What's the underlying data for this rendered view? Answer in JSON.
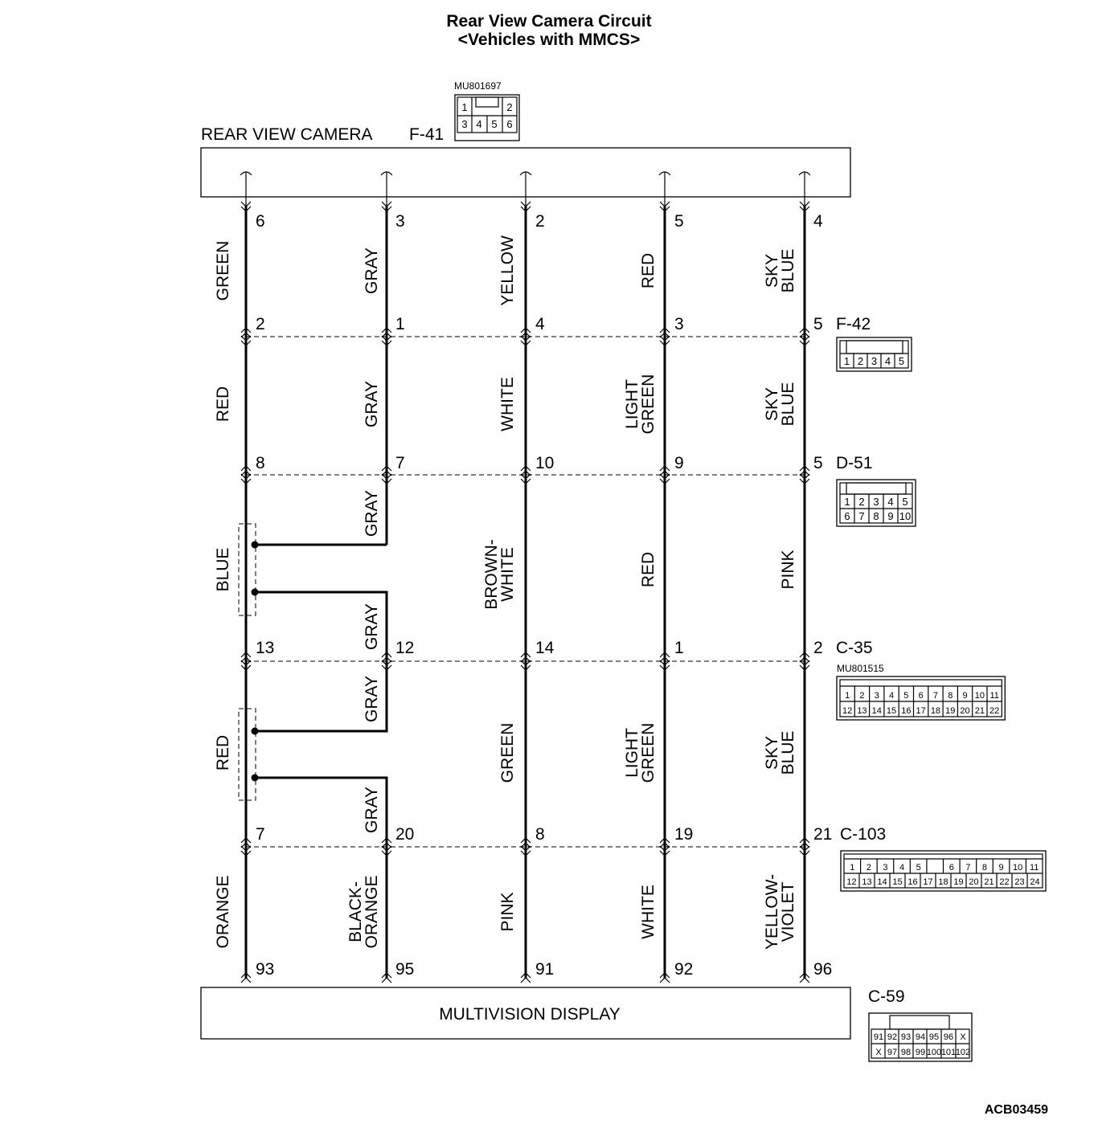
{
  "title": {
    "line1": "Rear View Camera Circuit",
    "line2": "<Vehicles with MMCS>"
  },
  "top_component": {
    "name": "REAR VIEW CAMERA",
    "connector": "F-41",
    "part_no": "MU801697",
    "face_rows": [
      [
        "1",
        "",
        "",
        "2"
      ],
      [
        "3",
        "4",
        "5",
        "6"
      ]
    ]
  },
  "bottom_component": {
    "name": "MULTIVISION DISPLAY",
    "connector": "C-59",
    "face_rows": [
      [
        "91",
        "92",
        "93",
        "94",
        "95",
        "96",
        "X"
      ],
      [
        "X",
        "97",
        "98",
        "99",
        "100",
        "101",
        "102"
      ]
    ]
  },
  "wires": [
    {
      "pins": [
        "6",
        "2",
        "8",
        "13",
        "7",
        "93"
      ],
      "colors": [
        "GREEN",
        "RED",
        "BLUE",
        "RED",
        "ORANGE"
      ]
    },
    {
      "pins": [
        "3",
        "1",
        "7",
        "12",
        "20",
        "95"
      ],
      "colors": [
        "GRAY",
        "GRAY",
        "GRAY",
        "GRAY",
        "GRAY",
        "GRAY",
        "BLACK-\nORANGE"
      ]
    },
    {
      "pins": [
        "2",
        "4",
        "10",
        "14",
        "8",
        "91"
      ],
      "colors": [
        "YELLOW",
        "WHITE",
        "BROWN-\nWHITE",
        "GREEN",
        "PINK"
      ]
    },
    {
      "pins": [
        "5",
        "3",
        "9",
        "1",
        "19",
        "92"
      ],
      "colors": [
        "RED",
        "LIGHT\nGREEN",
        "RED",
        "LIGHT\nGREEN",
        "WHITE"
      ]
    },
    {
      "pins": [
        "4",
        "5",
        "5",
        "2",
        "21",
        "96"
      ],
      "colors": [
        "SKY\nBLUE",
        "SKY\nBLUE",
        "PINK",
        "SKY\nBLUE",
        "YELLOW-\nVIOLET"
      ]
    }
  ],
  "junction_connectors": [
    {
      "name": "F-42",
      "part_no": "",
      "face_rows": [
        [
          "1",
          "2",
          "3",
          "4",
          "5"
        ]
      ]
    },
    {
      "name": "D-51",
      "part_no": "",
      "face_rows": [
        [
          "1",
          "2",
          "3",
          "4",
          "5"
        ],
        [
          "6",
          "7",
          "8",
          "9",
          "10"
        ]
      ]
    },
    {
      "name": "C-35",
      "part_no": "MU801515",
      "face_rows": [
        [
          "1",
          "2",
          "3",
          "4",
          "5",
          "6",
          "7",
          "8",
          "9",
          "10",
          "11"
        ],
        [
          "12",
          "13",
          "14",
          "15",
          "16",
          "17",
          "18",
          "19",
          "20",
          "21",
          "22"
        ]
      ]
    },
    {
      "name": "C-103",
      "part_no": "",
      "face_rows": [
        [
          "1",
          "2",
          "3",
          "4",
          "5",
          "",
          "6",
          "7",
          "8",
          "9",
          "10",
          "11"
        ],
        [
          "12",
          "13",
          "14",
          "15",
          "16",
          "17",
          "18",
          "19",
          "20",
          "21",
          "22",
          "23",
          "24"
        ]
      ]
    }
  ],
  "figure_ref": "ACB03459"
}
